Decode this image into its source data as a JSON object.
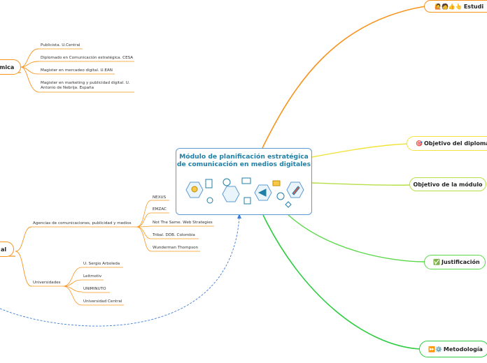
{
  "central": {
    "title_line1": "Módulo de planificación estratégica",
    "title_line2": "de comunicación en medios digitales"
  },
  "branches": {
    "estudiantes": {
      "label": "Estudi",
      "icons": "🙋🧑👍👆",
      "color": "#f7941d"
    },
    "objetivo_diplomado": {
      "label": "Objetivo del diplomad",
      "icon": "🎯",
      "color": "#f2e33c"
    },
    "objetivo_modulo": {
      "label": "Objetivo de la módulo",
      "color": "#b5e046"
    },
    "justificacion": {
      "label": "Justificación",
      "icon": "✅",
      "color": "#5bd84a"
    },
    "metodologia": {
      "label": "Metodología",
      "icon": "⏩⚙️",
      "color": "#2ecc40"
    },
    "academica": {
      "label": "mica",
      "color": "#f7941d"
    },
    "laboral": {
      "label": "al",
      "color": "#f7941d"
    }
  },
  "academica_items": [
    "Publicista. U.Central",
    "Diplomado en Comunicación estratégica. CESA",
    "Magister en mercadeo digital. U.EAN",
    "Magister en marketing y publicidad digital. U.",
    "Antonio de Nebrija. España"
  ],
  "laboral_groups": {
    "agencias": "Agencias de comunicaciones, publicidad y medios",
    "universidades": "Universidades"
  },
  "agencias_items": [
    "NEXUS",
    "EMZAC",
    "Not The Same. Web Strategies",
    "Tribal. DDB. Colombia",
    "Wunderman Thompson"
  ],
  "universidades_items": [
    "U. Sergio Arboleda",
    "Leitmotiv",
    "UNIMINUTO",
    "Universidad Central"
  ]
}
